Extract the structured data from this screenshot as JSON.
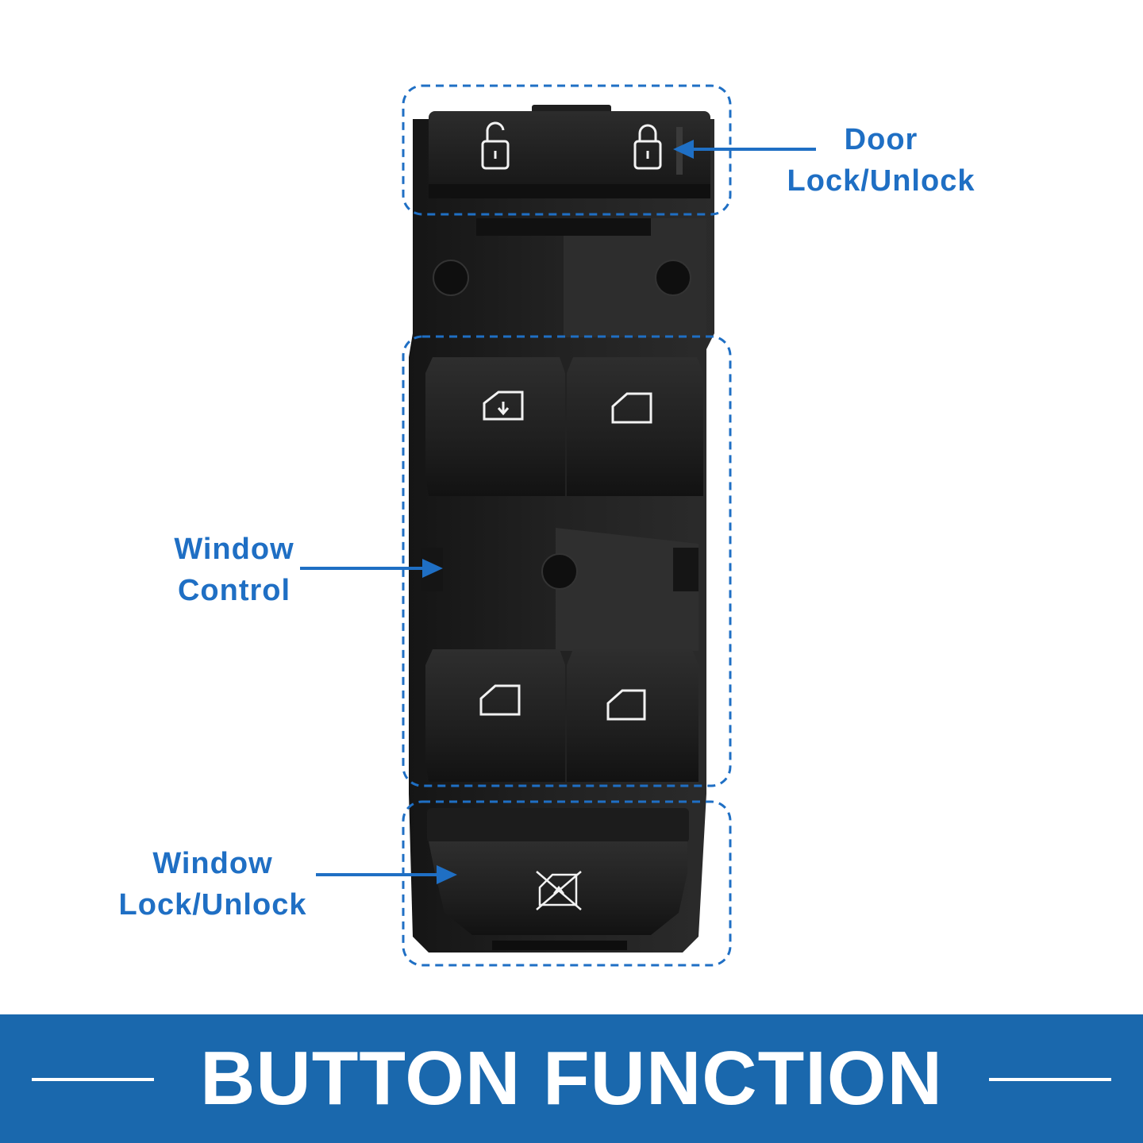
{
  "colors": {
    "accent": "#1f6fc4",
    "banner": "#1a68ad",
    "switch_body": "#1b1b1b",
    "button": "#232323",
    "icon": "#f2f2f2"
  },
  "callouts": {
    "door_lock": {
      "line1": "Door",
      "line2": "Lock/Unlock"
    },
    "window_control": {
      "line1": "Window",
      "line2": "Control"
    },
    "window_lock": {
      "line1": "Window",
      "line2": "Lock/Unlock"
    }
  },
  "banner": {
    "title": "BUTTON FUNCTION"
  },
  "icons": [
    "unlock-icon",
    "lock-icon",
    "driver-window-icon",
    "window-icon",
    "rear-left-window-icon",
    "rear-right-window-icon",
    "window-lockout-icon"
  ]
}
